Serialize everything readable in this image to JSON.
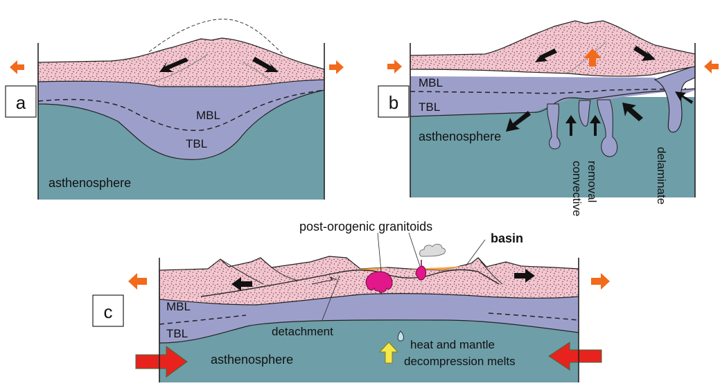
{
  "panel_a": {
    "letter": "a",
    "labels": {
      "mbl": "MBL",
      "tbl": "TBL",
      "asthenosphere": "asthenosphere"
    }
  },
  "panel_b": {
    "letter": "b",
    "labels": {
      "mbl": "MBL",
      "tbl": "TBL",
      "asthenosphere": "asthenosphere",
      "convective": "convective",
      "removal": "removal",
      "delaminate": "delaminate"
    }
  },
  "panel_c": {
    "letter": "c",
    "labels": {
      "granitoids": "post-orogenic granitoids",
      "basin": "basin",
      "mbl": "MBL",
      "tbl": "TBL",
      "detachment": "detachment",
      "asthenosphere": "asthenosphere",
      "heat_line1": "heat and mantle",
      "heat_line2": "decompression melts"
    }
  },
  "colors": {
    "crust": "#f5c6cf",
    "lithosphere": "#9d9fcb",
    "asthenosphere": "#6e9ea8",
    "orange_arrow": "#f26a1b",
    "red_arrow": "#e8231e",
    "yellow_arrow": "#f4e94a",
    "granitoid": "#e2178a",
    "basin": "#f2a24a"
  }
}
